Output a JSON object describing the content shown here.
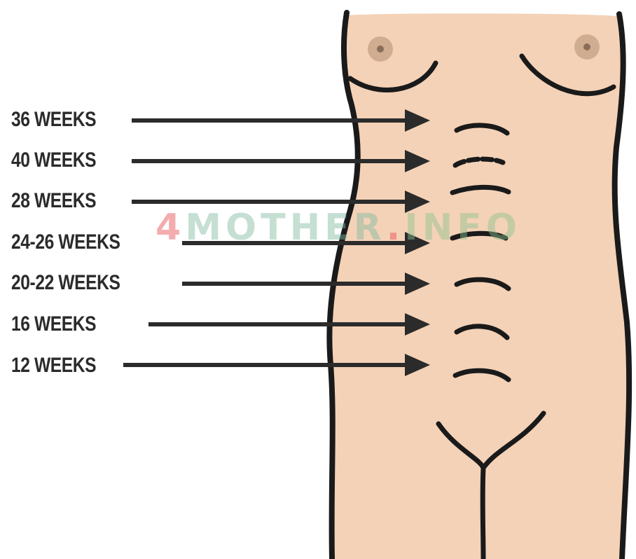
{
  "labels": [
    "36 WEEKS",
    "40 WEEKS",
    "28 WEEKS",
    "24-26 WEEKS",
    "20-22 WEEKS",
    "16 WEEKS",
    "12 WEEKS"
  ],
  "watermark": {
    "number": "4",
    "word": "MOTHER",
    "dot": ".",
    "tld": "INFO"
  },
  "colors": {
    "skin": "#f4d2b7",
    "outline": "#1a1a1a",
    "arrow": "#2b2b2b",
    "nipple": "#c9a68a"
  }
}
